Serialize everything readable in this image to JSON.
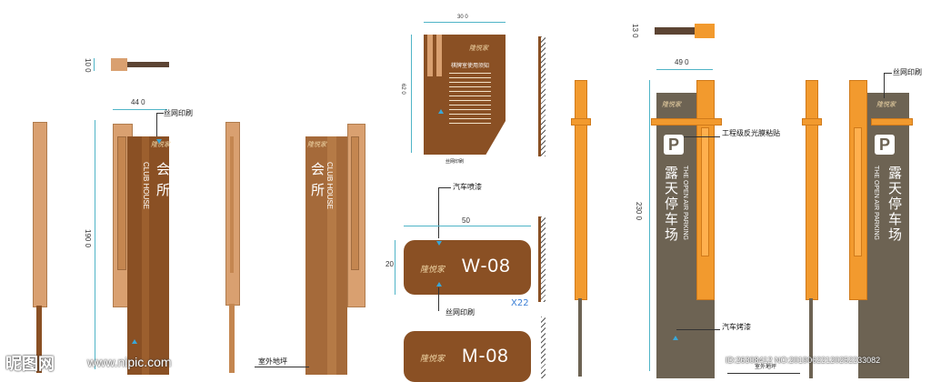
{
  "colors": {
    "brown": "#8a5024",
    "wood": "#d9a070",
    "orange": "#f29a2e",
    "gray": "#6d6353",
    "teal_dim": "#4fb4c7"
  },
  "left_group": {
    "dim_top_small": "10 0",
    "dim_width": "44 0",
    "dim_height": "190 0",
    "note_silkscreen": "丝网印刷",
    "ground_label": "室外地坪",
    "sign_cn": "会所",
    "sign_en": "CLUB HOUSE"
  },
  "mid_group": {
    "dim_top": "30 0",
    "dim_side": "62 0",
    "board_title": "棋牌室使用须知",
    "note_bottom": "丝网印刷",
    "note_paint": "汽车喷漆",
    "dim_plate_width": "50",
    "dim_plate_height": "20",
    "plate1_code": "W-08",
    "plate2_code": "M-08",
    "qty": "X22",
    "note_plate_print": "丝网印刷"
  },
  "right_group": {
    "dim_top_small": "13 0",
    "dim_width": "49 0",
    "dim_height": "230 0",
    "note_silkscreen": "丝网印刷",
    "note_reflective": "工程级反光膜粘贴",
    "note_bake": "汽车烤漆",
    "ground_label": "室外地坪",
    "parking_icon": "P",
    "parking_cn": "露天停车场",
    "parking_en": "THE OPEN AIR PARKING"
  },
  "brand_text": "隆悦家",
  "watermark": {
    "logo": "昵图网",
    "url": "www.nipic.com",
    "id": "ID:26308412 NO:20190622120252233082"
  }
}
